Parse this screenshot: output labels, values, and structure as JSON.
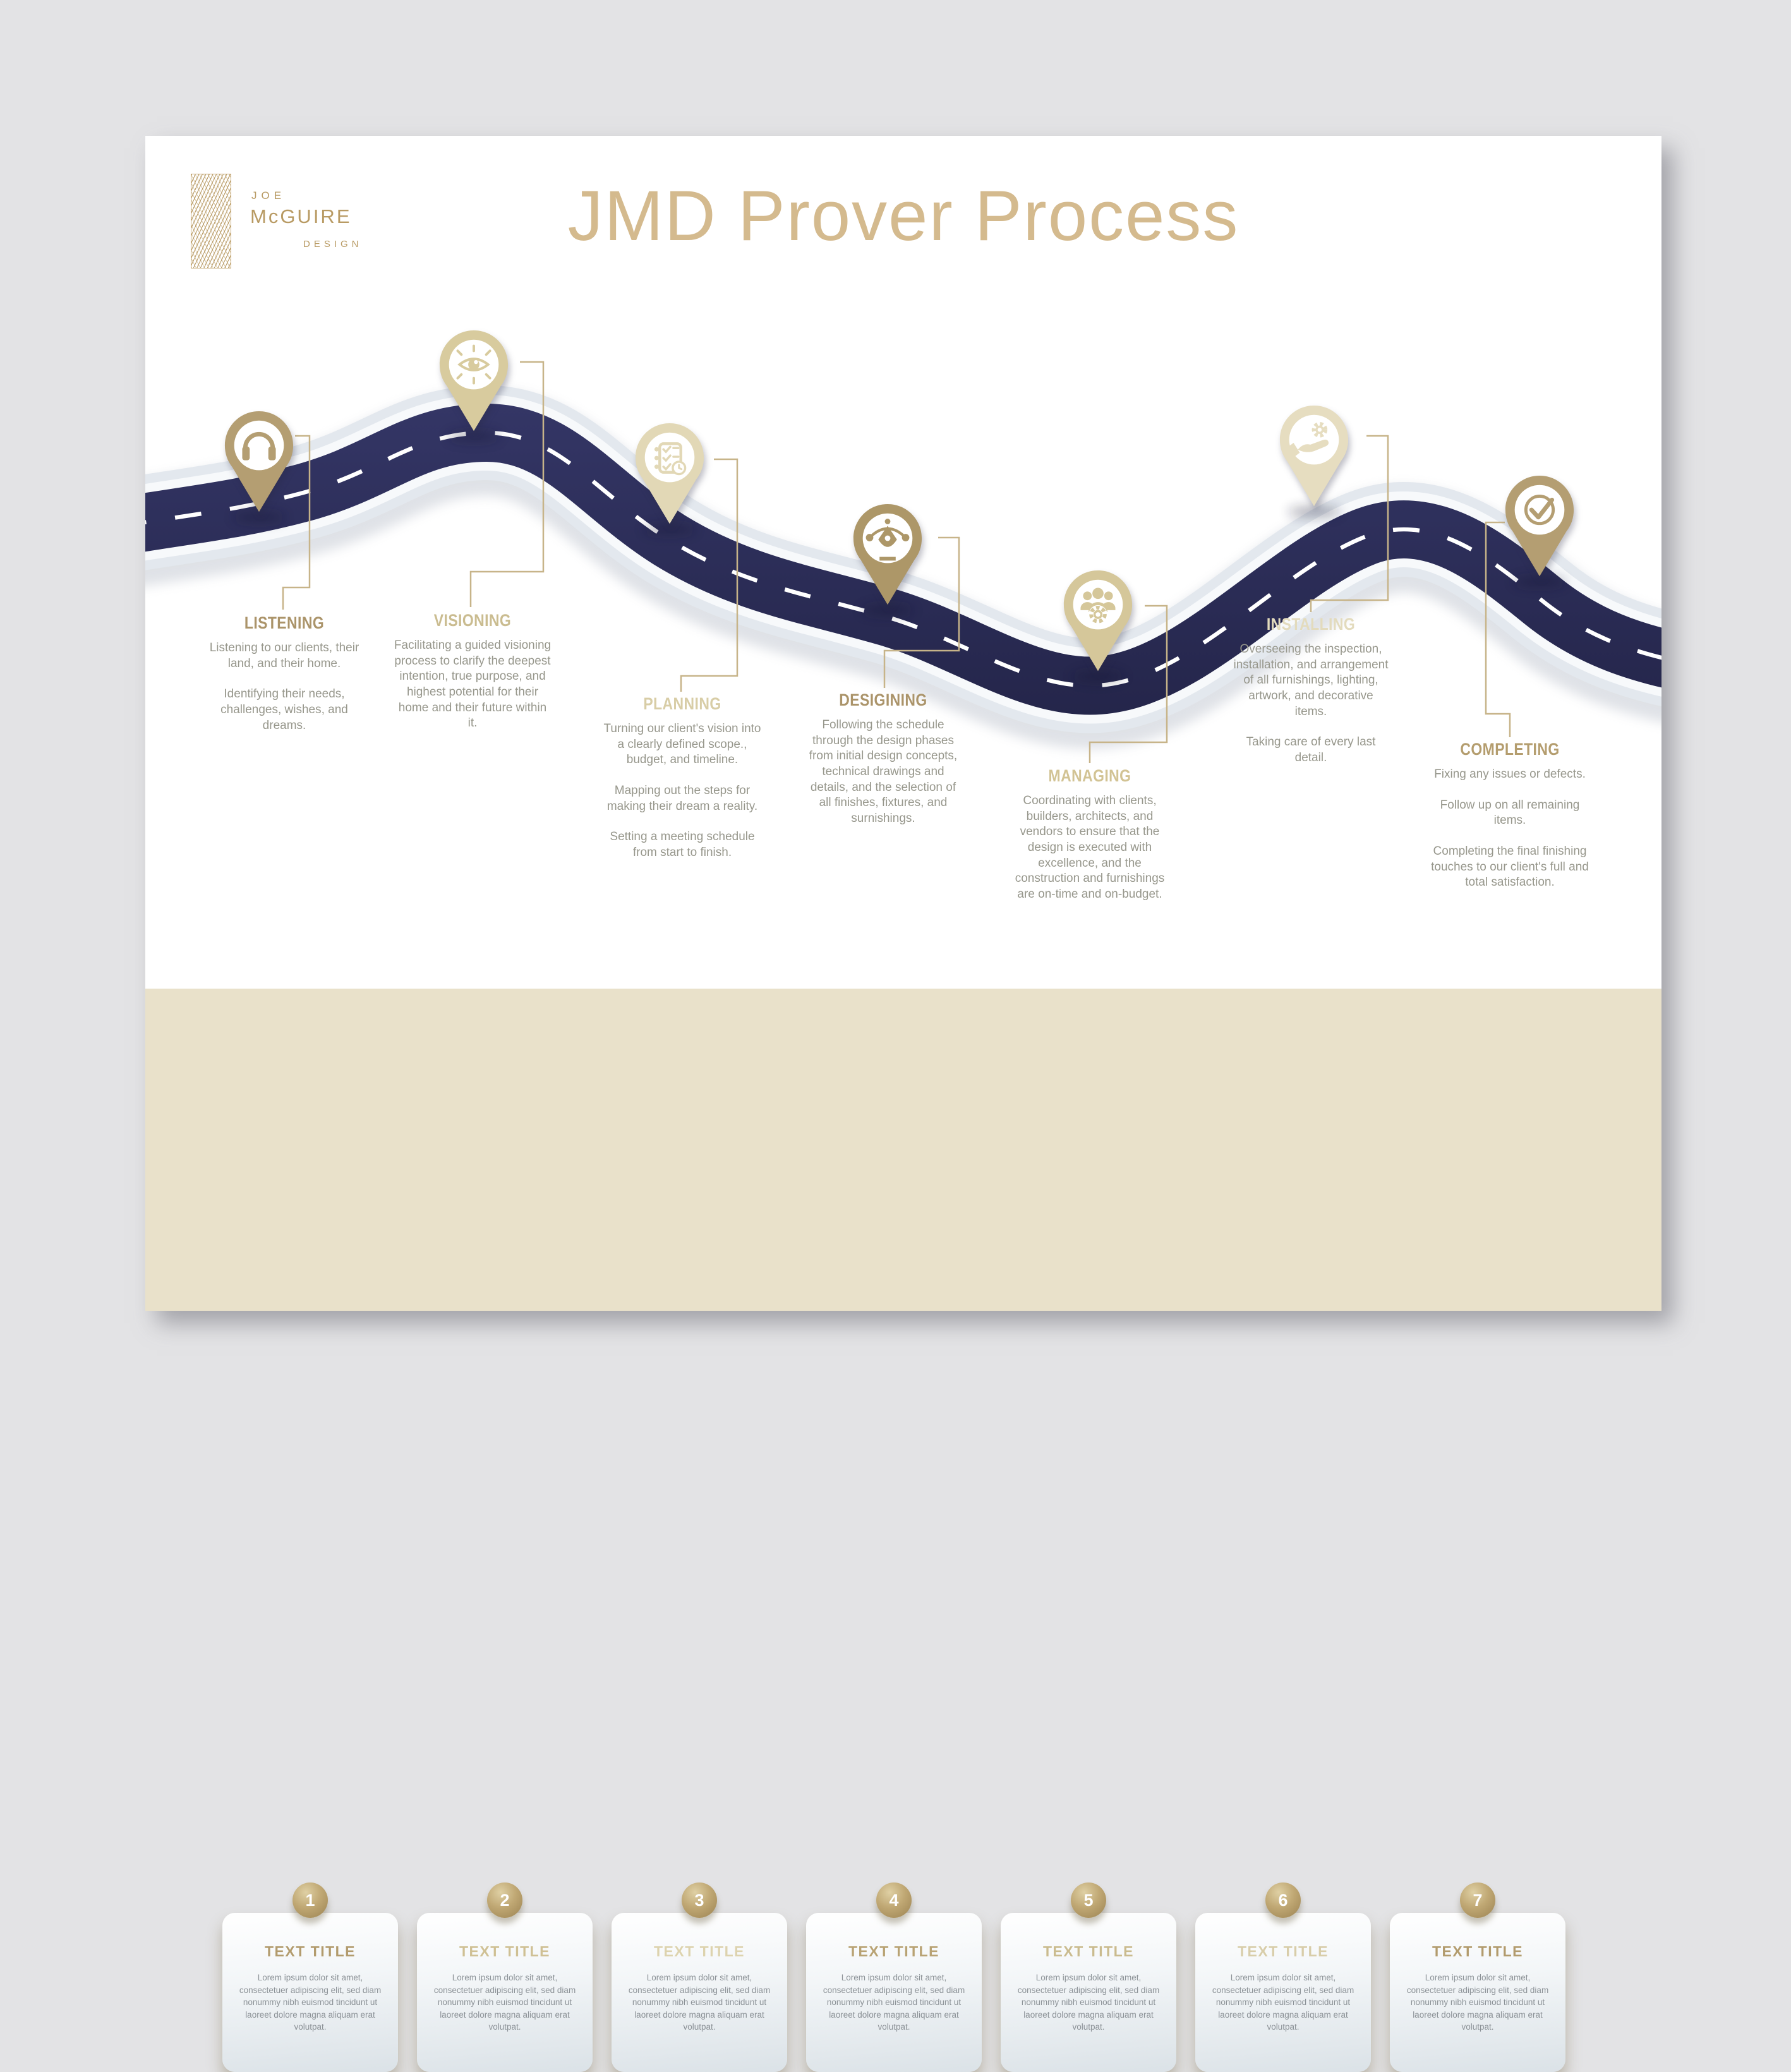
{
  "header": {
    "title": "JMD Prover Process"
  },
  "logo": {
    "word1": "JOE",
    "word2": "McGUIRE",
    "word3": "DESIGN"
  },
  "colors": {
    "road_navy": "#2b2d57",
    "band_beige": "#e9e1ca",
    "accent_gold": "#b89a63",
    "title_gold": "#d4ba8e",
    "body_gray": "#97978c"
  },
  "stages": [
    {
      "label": "LISTENING",
      "icon": "headphones-icon",
      "pin_color": "#b49e72",
      "heading_color": "#ab946a",
      "paragraphs": [
        "Listening to our clients, their land, and their home.",
        "Identifying their needs, challenges, wishes, and dreams."
      ]
    },
    {
      "label": "VISIONING",
      "icon": "eye-icon",
      "pin_color": "#d8cb9e",
      "heading_color": "#cabc90",
      "paragraphs": [
        "Facilitating a guided visioning process to clarify the deepest intention, true purpose, and highest potential for their home and their future within it."
      ]
    },
    {
      "label": "PLANNING",
      "icon": "checklist-icon",
      "pin_color": "#e2d8b6",
      "heading_color": "#d8cda6",
      "paragraphs": [
        "Turning our client's vision into a clearly defined scope., budget, and timeline.",
        "Mapping out the steps for making their dream a reality.",
        "Setting a meeting schedule from start to finish."
      ]
    },
    {
      "label": "DESIGINING",
      "icon": "pen-tool-icon",
      "pin_color": "#ad9768",
      "heading_color": "#ab946a",
      "paragraphs": [
        "Following the schedule through the design phases from initial design concepts, technical drawings and details, and the selection of all finishes, fixtures, and surnishings."
      ]
    },
    {
      "label": "MANAGING",
      "icon": "team-gear-icon",
      "pin_color": "#d5c79a",
      "heading_color": "#d2c394",
      "paragraphs": [
        "Coordinating with clients, builders, architects, and vendors to ensure that the design is executed with excellence, and the construction and furnishings are on-time and on-budget."
      ]
    },
    {
      "label": "INSTALLING",
      "icon": "hand-gear-icon",
      "pin_color": "#e6ddc0",
      "heading_color": "#e3dbbd",
      "paragraphs": [
        "Overseeing the inspection, installation, and arrangement of all furnishings, lighting, artwork, and decorative items.",
        "Taking care of every last detail."
      ]
    },
    {
      "label": "COMPLETING",
      "icon": "check-circle-icon",
      "pin_color": "#b49e72",
      "heading_color": "#b49d6e",
      "paragraphs": [
        "Fixing any issues or defects.",
        "Follow up on all remaining items.",
        "Completing the final finishing touches to our client's full and total satisfaction."
      ]
    }
  ],
  "cards": [
    {
      "number": "1",
      "title": "TEXT TITLE",
      "title_color": "#b29b6d",
      "body": "Lorem ipsum dolor sit amet, consectetuer adipiscing elit, sed diam nonummy nibh euismod tincidunt ut laoreet dolore magna aliquam erat volutpat."
    },
    {
      "number": "2",
      "title": "TEXT TITLE",
      "title_color": "#cfc094",
      "body": "Lorem ipsum dolor sit amet, consectetuer adipiscing elit, sed diam nonummy nibh euismod tincidunt ut laoreet dolore magna aliquam erat volutpat."
    },
    {
      "number": "3",
      "title": "TEXT TITLE",
      "title_color": "#ddd3ae",
      "body": "Lorem ipsum dolor sit amet, consectetuer adipiscing elit, sed diam nonummy nibh euismod tincidunt ut laoreet dolore magna aliquam erat volutpat."
    },
    {
      "number": "4",
      "title": "TEXT TITLE",
      "title_color": "#b8a273",
      "body": "Lorem ipsum dolor sit amet, consectetuer adipiscing elit, sed diam nonummy nibh euismod tincidunt ut laoreet dolore magna aliquam erat volutpat."
    },
    {
      "number": "5",
      "title": "TEXT TITLE",
      "title_color": "#cabb8e",
      "body": "Lorem ipsum dolor sit amet, consectetuer adipiscing elit, sed diam nonummy nibh euismod tincidunt ut laoreet dolore magna aliquam erat volutpat."
    },
    {
      "number": "6",
      "title": "TEXT TITLE",
      "title_color": "#d8cda9",
      "body": "Lorem ipsum dolor sit amet, consectetuer adipiscing elit, sed diam nonummy nibh euismod tincidunt ut laoreet dolore magna aliquam erat volutpat."
    },
    {
      "number": "7",
      "title": "TEXT TITLE",
      "title_color": "#b29b6d",
      "body": "Lorem ipsum dolor sit amet, consectetuer adipiscing elit, sed diam nonummy nibh euismod tincidunt ut laoreet dolore magna aliquam erat volutpat."
    }
  ]
}
